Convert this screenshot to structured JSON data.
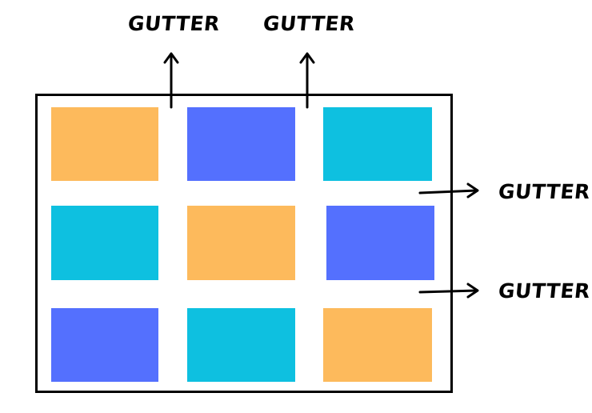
{
  "colors": {
    "orange": "#FDBA5C",
    "blue": "#5470FE",
    "cyan": "#0EC0E0",
    "frame": "#000000",
    "arrow": "#000000"
  },
  "grid": {
    "rows": 3,
    "columns": 3,
    "cells": [
      {
        "color": "orange"
      },
      {
        "color": "blue"
      },
      {
        "color": "cyan"
      },
      {
        "color": "cyan"
      },
      {
        "color": "orange"
      },
      {
        "color": "blue"
      },
      {
        "color": "blue"
      },
      {
        "color": "cyan"
      },
      {
        "color": "orange"
      }
    ]
  },
  "labels": {
    "column_gutter_1": "GUTTER",
    "column_gutter_2": "GUTTER",
    "row_gutter_1": "GUTTER",
    "row_gutter_2": "GUTTER"
  },
  "arrows": [
    {
      "name": "column-gutter-1-arrow",
      "direction": "up"
    },
    {
      "name": "column-gutter-2-arrow",
      "direction": "up"
    },
    {
      "name": "row-gutter-1-arrow",
      "direction": "right"
    },
    {
      "name": "row-gutter-2-arrow",
      "direction": "right"
    }
  ]
}
